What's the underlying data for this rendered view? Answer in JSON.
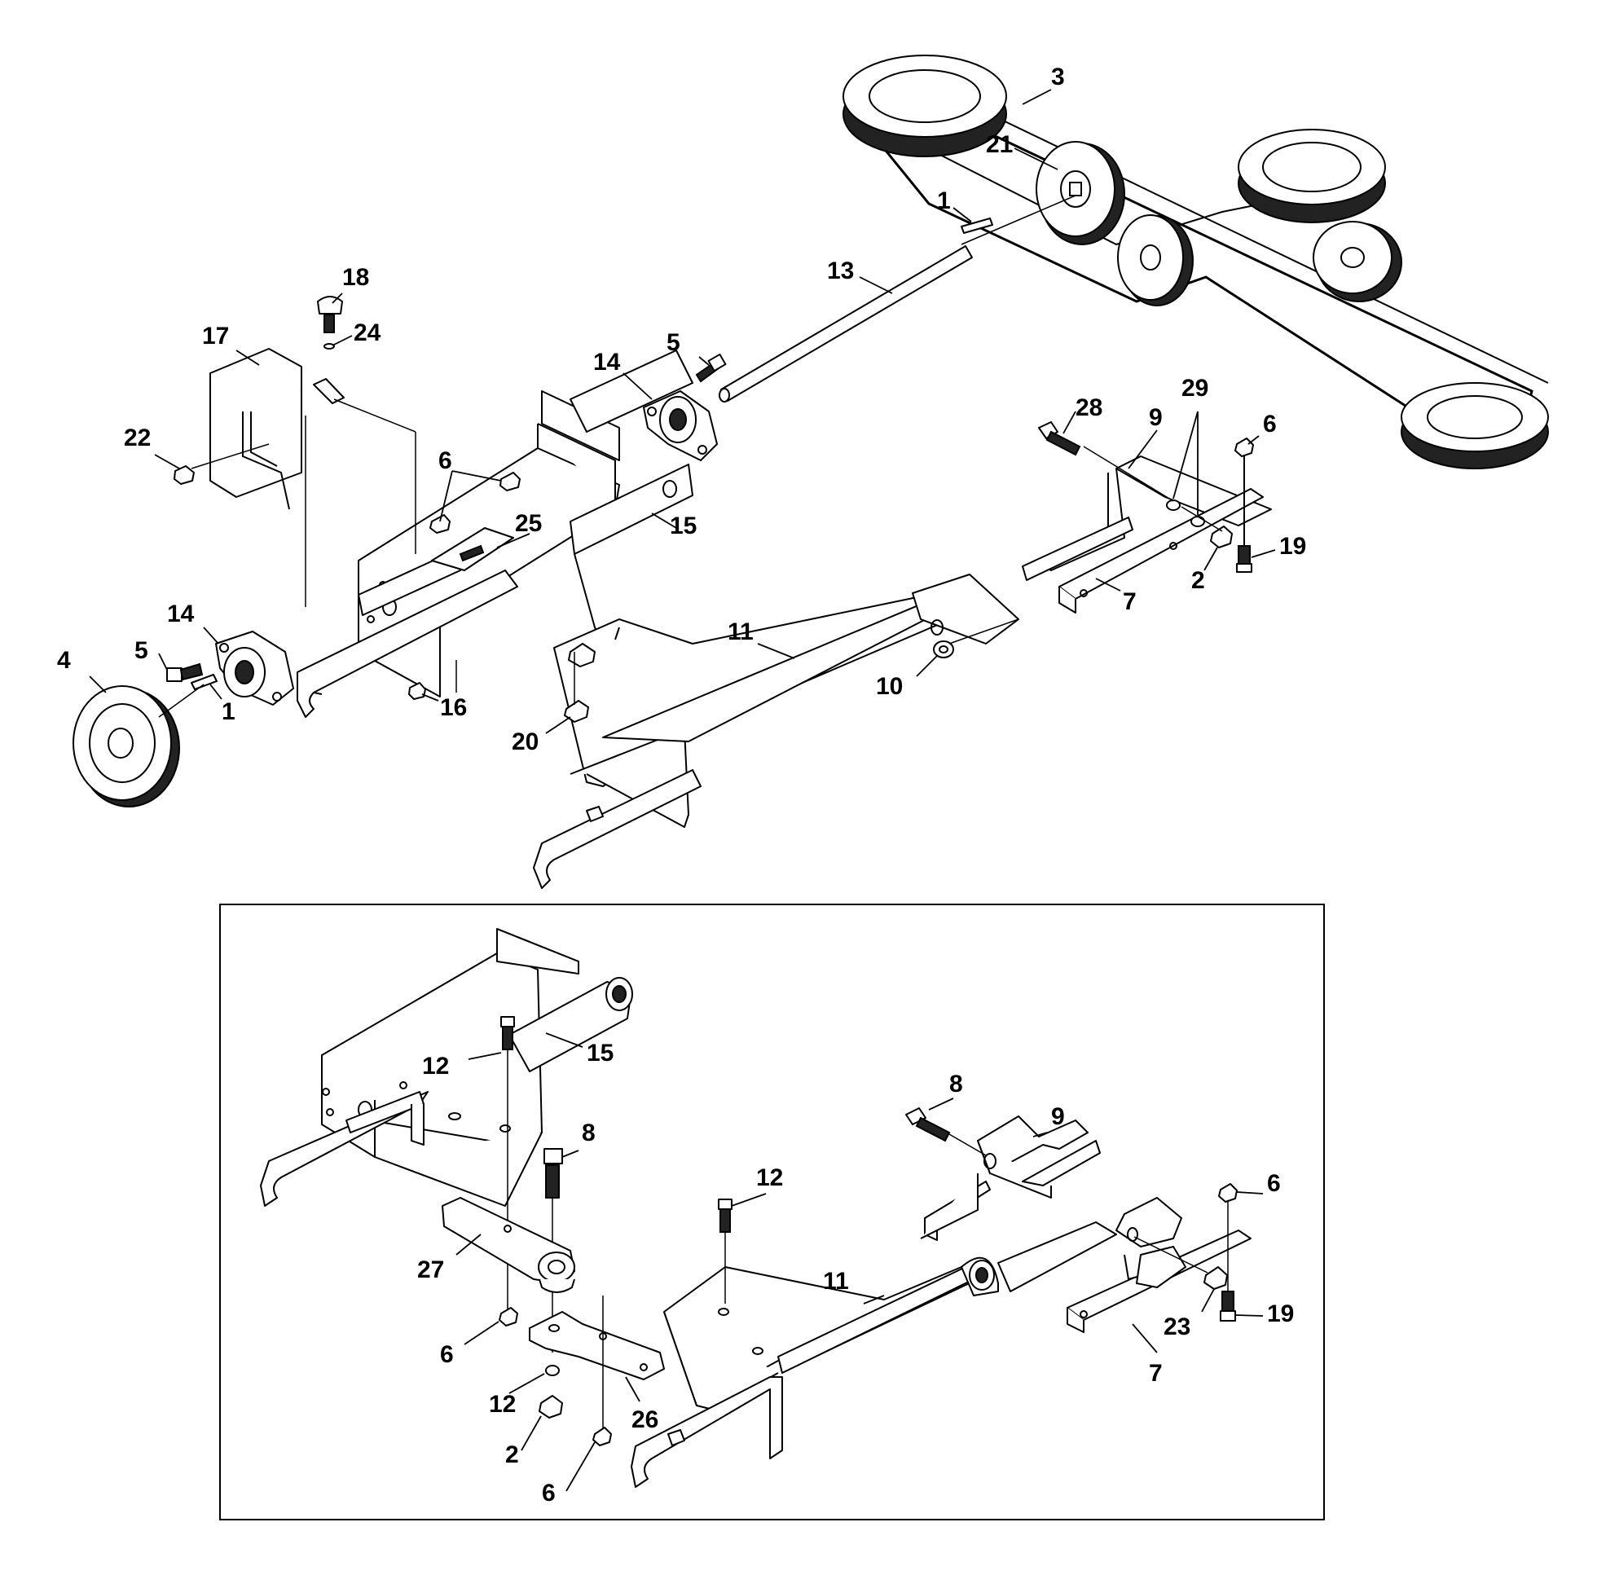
{
  "callouts": {
    "c1a": "1",
    "c1b": "1",
    "c2a": "2",
    "c2b": "2",
    "c3": "3",
    "c4": "4",
    "c5a": "5",
    "c5b": "5",
    "c6a": "6",
    "c6b": "6",
    "c6c": "6",
    "c6d": "6",
    "c6e": "6",
    "c7a": "7",
    "c7b": "7",
    "c8a": "8",
    "c8b": "8",
    "c9a": "9",
    "c9b": "9",
    "c10": "10",
    "c11a": "11",
    "c11b": "11",
    "c12a": "12",
    "c12b": "12",
    "c12c": "12",
    "c13": "13",
    "c14a": "14",
    "c14b": "14",
    "c15a": "15",
    "c15b": "15",
    "c16": "16",
    "c17": "17",
    "c18": "18",
    "c19a": "19",
    "c19b": "19",
    "c20": "20",
    "c21": "21",
    "c22": "22",
    "c23": "23",
    "c24": "24",
    "c25": "25",
    "c26": "26",
    "c27": "27",
    "c28": "28",
    "c29": "29"
  }
}
